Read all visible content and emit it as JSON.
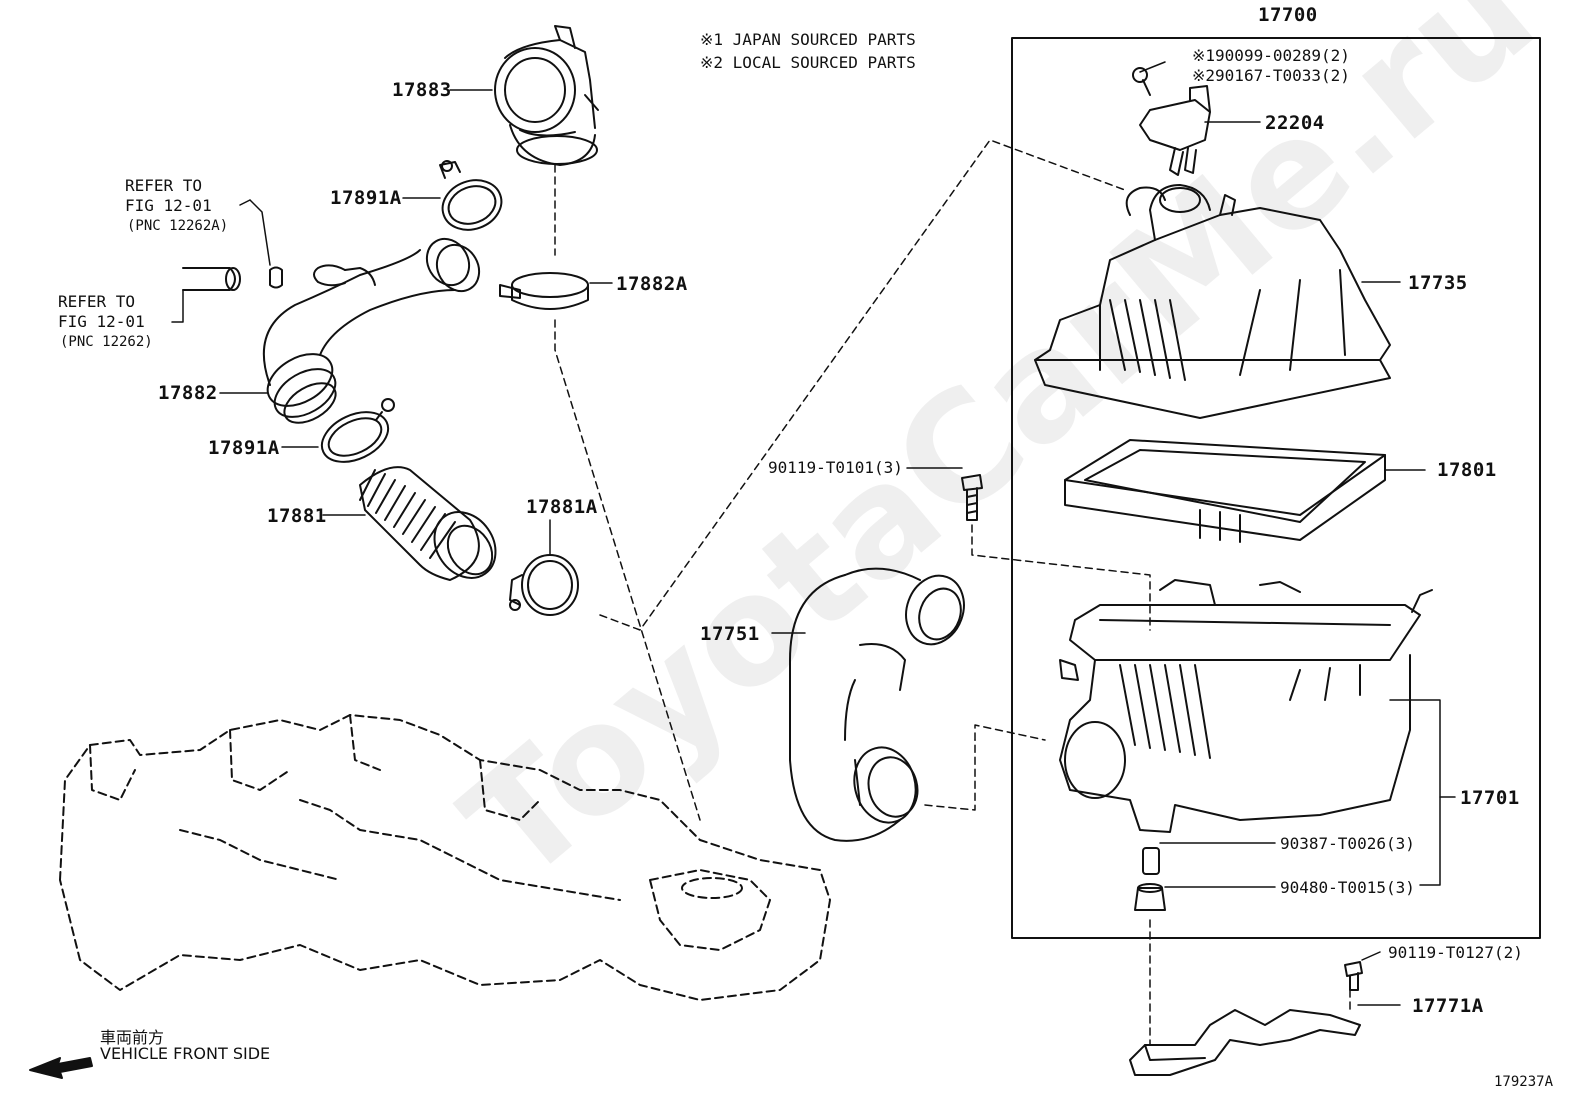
{
  "notes": {
    "japan": "※1 JAPAN SOURCED PARTS",
    "local": "※2 LOCAL SOURCED PARTS"
  },
  "assembly_label": "17700",
  "parts": {
    "p17883": "17883",
    "p17891A_top": "17891A",
    "p17882A": "17882A",
    "p17882": "17882",
    "p17891A_bottom": "17891A",
    "p17881": "17881",
    "p17881A": "17881A",
    "p17751": "17751",
    "p90119_T0101": "90119-T0101(3)",
    "p190099": "※190099-00289(2)",
    "p290167": "※290167-T0033(2)",
    "p22204": "22204",
    "p17735": "17735",
    "p17801": "17801",
    "p17701": "17701",
    "p90387": "90387-T0026(3)",
    "p90480": "90480-T0015(3)",
    "p90119_T0127": "90119-T0127(2)",
    "p17771A": "17771A"
  },
  "refs": {
    "ref1": [
      "REFER TO",
      "FIG 12-01",
      "(PNC 12262A)"
    ],
    "ref2": [
      "REFER TO",
      "FIG 12-01",
      "(PNC 12262)"
    ]
  },
  "direction": {
    "japanese": "車両前方",
    "english": "VEHICLE FRONT SIDE"
  },
  "figure_id": "179237A",
  "watermark": "ToyotaCarMe.ru"
}
